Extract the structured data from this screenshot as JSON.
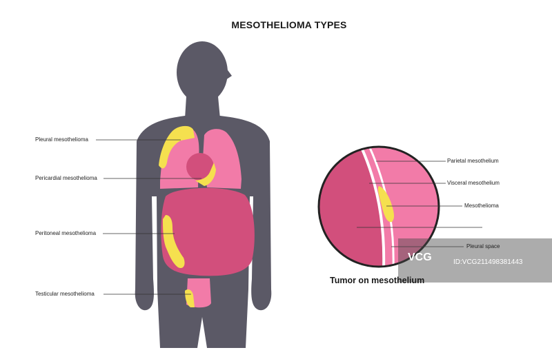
{
  "title": "MESOTHELIOMA TYPES",
  "labels": {
    "pleural": "Pleural mesothelioma",
    "pericardial": "Pericardial mesothelioma",
    "peritoneal": "Peritoneal mesothelioma",
    "testicular": "Testicular mesothelioma",
    "parietal": "Parietal mesothelium",
    "visceral": "Visceral mesothelium",
    "mesothelioma": "Mesothelioma",
    "pleural_space": "Pleural space"
  },
  "caption": "Tumor on mesothelium",
  "watermark": {
    "logo": "VCG",
    "id": "ID:VCG211498381443"
  },
  "colors": {
    "silhouette": "#5b5966",
    "organ_light": "#f27ba8",
    "organ_dark": "#d24f7c",
    "tumor": "#f5e04f",
    "membrane": "#ffffff"
  }
}
